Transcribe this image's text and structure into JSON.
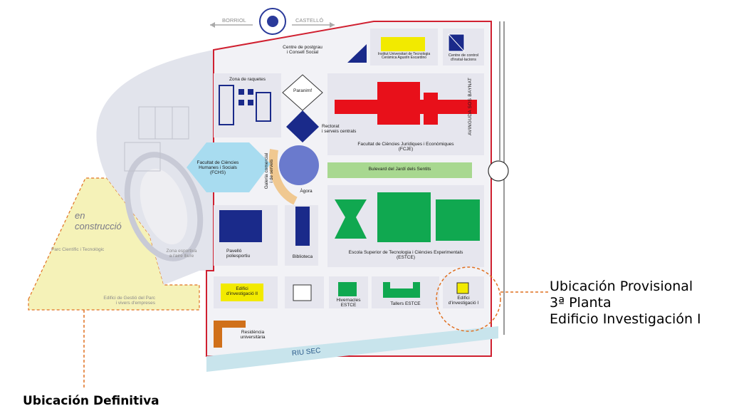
{
  "nav": {
    "left": "BORRIOL",
    "right": "CASTELLÓ"
  },
  "road_label": "AVINGUDA SOS BAYNAT",
  "river_label": "RIU SEC",
  "construction_label": {
    "line1": "en",
    "line2": "construcció"
  },
  "areas": {
    "postgrau": {
      "line1": "Centre de postgrau",
      "line2": "i Consell Social"
    },
    "tecnologia_ceramica": {
      "line1": "Institut Universitari de Tecnologia",
      "line2": "Ceràmica Agustín Escardino"
    },
    "control": {
      "line1": "Centre de control",
      "line2": "d'instal·lacions"
    },
    "raquetes": "Zona de raquetes",
    "paranimf": "Paranimf",
    "rectorat": {
      "line1": "Rectorat",
      "line2": "i serveis centrals"
    },
    "fcje": {
      "line1": "Facultat de Ciències Jurídiques i Econòmiques",
      "line2": "(FCJE)"
    },
    "fchs": {
      "line1": "Facultat de Ciències",
      "line2": "Humanes i Socials",
      "line3": "(FCHS)"
    },
    "galeria": {
      "line1": "Galeria comercial",
      "line2": "i de serveis"
    },
    "agora": "Àgora",
    "bulevard": "Bulevard del Jardí dels Sentits",
    "pavello": {
      "line1": "Pavelló",
      "line2": "poliesportiu"
    },
    "biblioteca": "Biblioteca",
    "estce": {
      "line1": "Escola Superior de Tecnologia i Ciències Experimentals",
      "line2": "(ESTCE)"
    },
    "parc_cientific": "Parc Científic i Tecnològic",
    "zona_esportiva": {
      "line1": "Zona esportiva",
      "line2": "a l'aire lliure"
    },
    "gestio_parc": {
      "line1": "Edifici de Gestió del Parc",
      "line2": "i vivers d'empreses"
    },
    "investigacio_2": {
      "line1": "Edifici",
      "line2": "d'investigació II"
    },
    "hivernacles": {
      "line1": "Hivernacles",
      "line2": "ESTCE"
    },
    "tallers": "Tallers ESTCE",
    "investigacio_1": {
      "line1": "Edifici",
      "line2": "d'investigació I"
    },
    "residencia": {
      "line1": "Residència",
      "line2": "universitària"
    }
  },
  "callouts": {
    "provisional": {
      "line1": "Ubicación Provisional",
      "line2": "3ª Planta",
      "line3": "Edificio Investigación I"
    },
    "definitiva": "Ubicación Definitiva"
  },
  "colors": {
    "fcje": "#e8101a",
    "estce": "#10a850",
    "navy": "#1a2a8a",
    "yellow": "#f2ea00",
    "orange": "#d0701a",
    "block_bg": "#e6e6ee",
    "border_red": "#d02030",
    "bulevard": "#a8d890",
    "river": "#c8e4ec",
    "construction": "#f5f2b8",
    "callout_line": "#e07020"
  }
}
